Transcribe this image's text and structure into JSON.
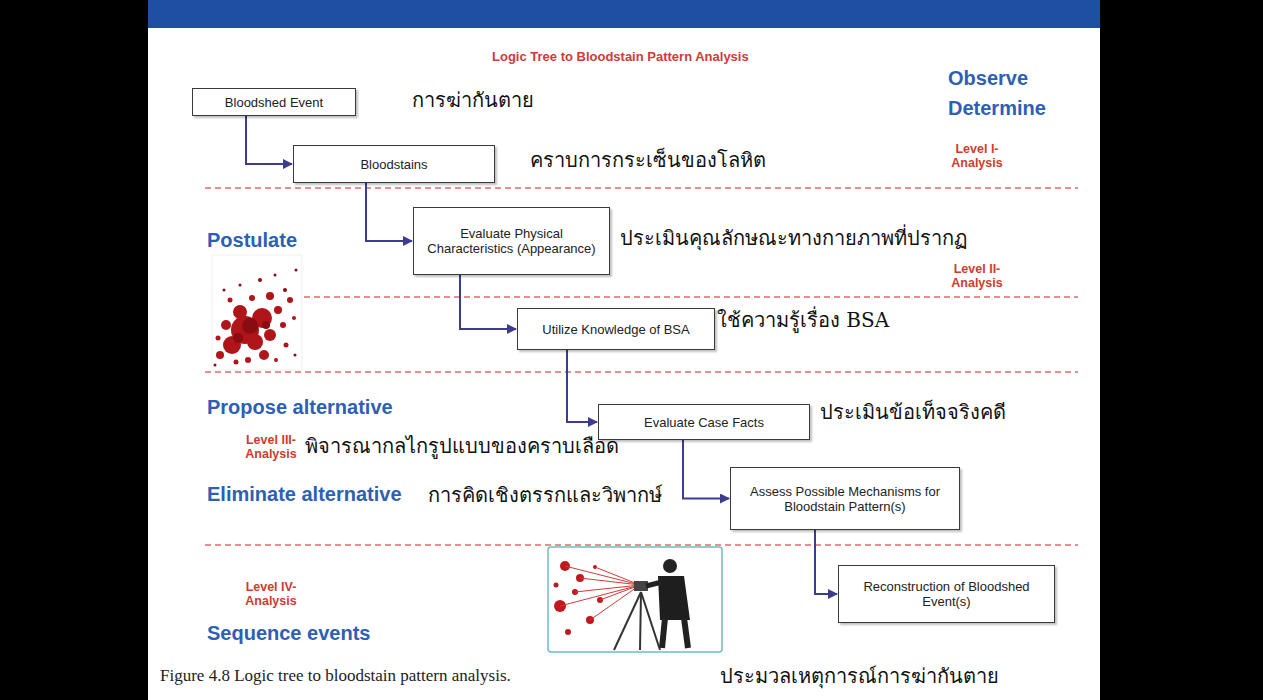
{
  "diagram": {
    "title": "Logic Tree to Bloodstain Pattern Analysis",
    "caption": "Figure 4.8 Logic tree to bloodstain pattern analysis.",
    "nodes": [
      {
        "text": [
          "Bloodshed Event"
        ]
      },
      {
        "text": [
          "Bloodstains"
        ]
      },
      {
        "text": [
          "Evaluate Physical Characteristics (Appearance)"
        ]
      },
      {
        "text": [
          "Utilize Knowledge of BSA"
        ]
      },
      {
        "text": [
          "Evaluate Case Facts"
        ]
      },
      {
        "text": [
          "Assess Possible Mechanisms for Bloodstain Pattern(s)"
        ]
      },
      {
        "text": [
          "Reconstruction of Bloodshed Event(s)"
        ]
      }
    ],
    "edges": [
      {
        "from": 0,
        "to": 1,
        "arrow": "to"
      },
      {
        "from": 1,
        "to": 2,
        "arrow": "to"
      },
      {
        "from": 2,
        "to": 3,
        "arrow": "to"
      },
      {
        "from": 3,
        "to": 4,
        "arrow": "to"
      },
      {
        "from": 4,
        "to": 5,
        "arrow": "to"
      },
      {
        "from": 5,
        "to": 6,
        "arrow": "to"
      }
    ],
    "labels": [
      "การฆ่ากันตาย",
      "Observe",
      "Determine",
      "คราบการกระเซ็นของโลหิต",
      "Level I- Analysis",
      "Postulate",
      "ประเมินคุณลักษณะทางกายภาพที่ปรากฏ",
      "Level II- Analysis",
      "ใช้ความรู้เรื่อง BSA",
      "Propose alternative",
      "ประเมินข้อเท็จจริงคดี",
      "Level III- Analysis",
      "พิจารณากลไกรูปแบบของคราบเลือด",
      "Eliminate alternative",
      "การคิดเชิงตรรกและวิพากษ์",
      "Level IV- Analysis",
      "Sequence events",
      "ประมวลเหตุการณ์การฆ่ากันตาย"
    ]
  }
}
